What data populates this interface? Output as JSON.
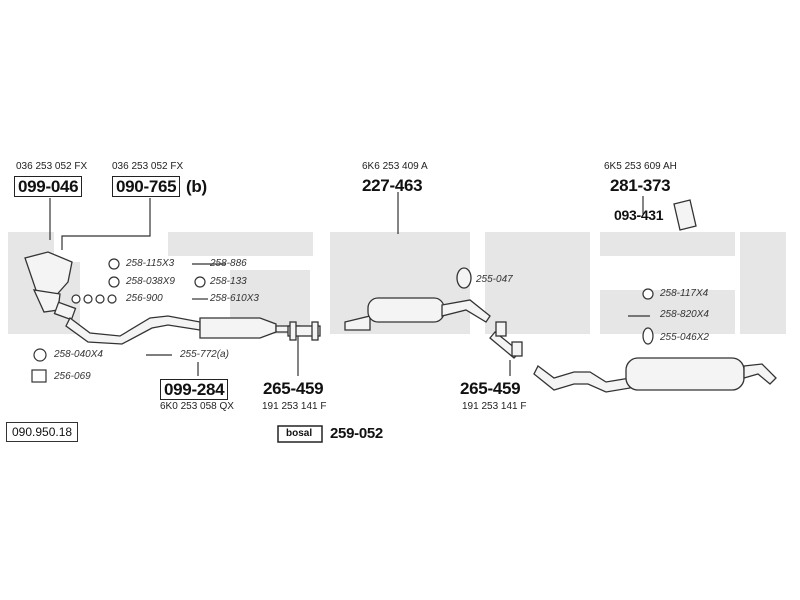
{
  "diagram_id": "090.950.18",
  "parts": [
    {
      "oe": "036 253 052 FX",
      "number": "099-046"
    },
    {
      "oe": "036 253 052 FX",
      "number": "090-765",
      "suffix": "(b)"
    },
    {
      "oe": "6K6 253 409 A",
      "number": "227-463"
    },
    {
      "oe": "6K5 253 609 AH",
      "number": "281-373"
    },
    {
      "number": "093-431"
    },
    {
      "oe": "6K0 253 058 QX",
      "number": "099-284"
    },
    {
      "oe": "191 253 141 F",
      "number": "265-459"
    },
    {
      "oe": "191 253 141 F",
      "number": "265-459"
    },
    {
      "number": "259-052",
      "logo_text": "bosal"
    }
  ],
  "accessories": [
    "258-115X3",
    "258-886",
    "258-038X9",
    "258-133",
    "256-900",
    "258-610X3",
    "258-040X4",
    "255-772(a)",
    "256-069",
    "255-047",
    "258-117X4",
    "258-820X4",
    "255-046X2"
  ],
  "colors": {
    "watermark": "#e6e6e6",
    "line": "#333333",
    "part_fill": "#f4f4f4"
  }
}
